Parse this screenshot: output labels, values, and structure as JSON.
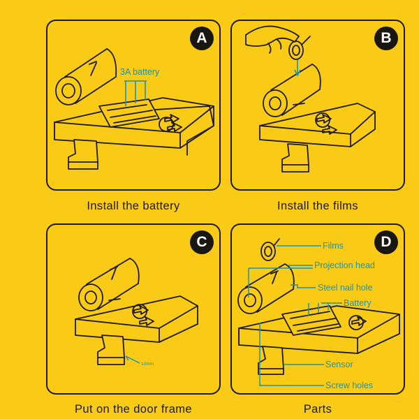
{
  "colors": {
    "background": "#F9CB16",
    "ink": "#1e1a10",
    "callout": "#1694b4"
  },
  "panels": {
    "a": {
      "badge": "A",
      "caption": "Install the battery",
      "callouts": {
        "battery": "3A battery"
      }
    },
    "b": {
      "badge": "B",
      "caption": "Install the films"
    },
    "c": {
      "badge": "C",
      "caption": "Put on the door frame",
      "callouts": {
        "gap": "10mm"
      }
    },
    "d": {
      "badge": "D",
      "caption": "Parts",
      "callouts": {
        "films": "Films",
        "projection_head": "Projection head",
        "steel_nail_hole": "Steel nail hole",
        "battery": "Battery",
        "sensor": "Sensor",
        "screw_holes": "Screw holes"
      }
    }
  },
  "icons": [
    "hand-icon",
    "film-disc-icon",
    "arrow-icon"
  ]
}
